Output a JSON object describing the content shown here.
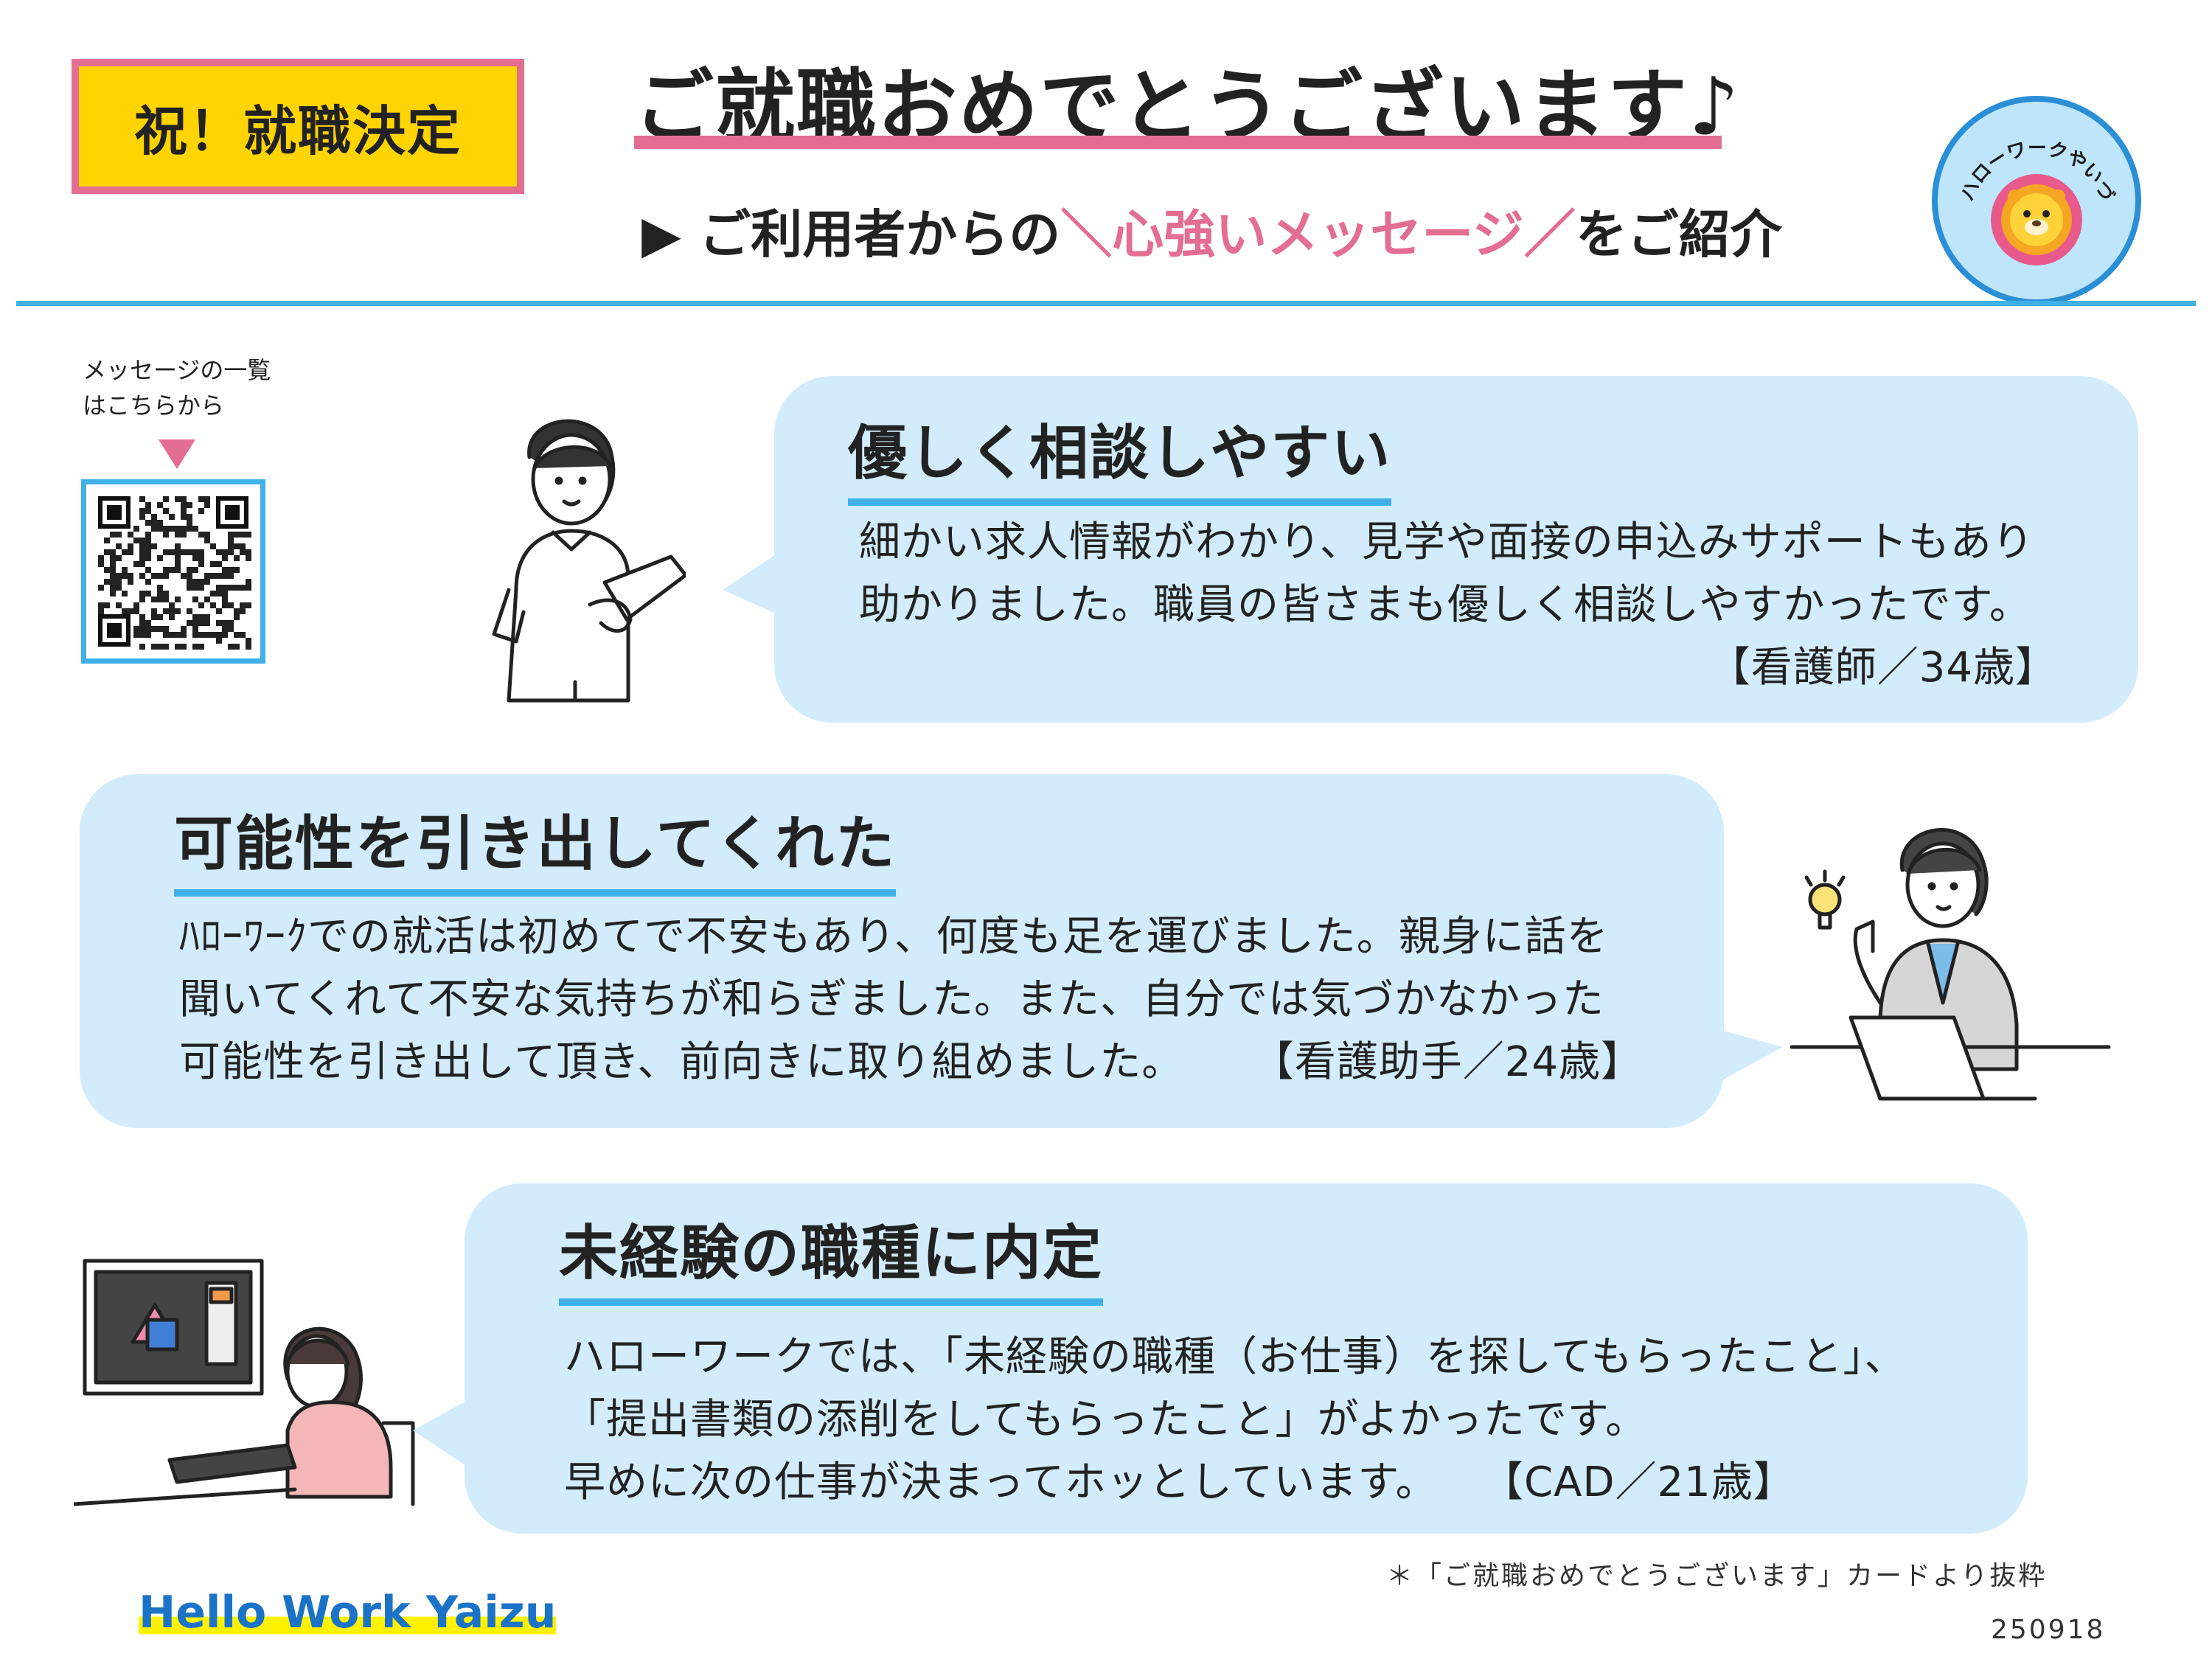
{
  "header": {
    "badge": "祝！就職決定",
    "title": "ご就職おめでとうございます♪",
    "subtitle_prefix": "▶ ご利用者からの",
    "subtitle_highlight": "＼心強いメッセージ／",
    "subtitle_suffix": "をご紹介",
    "logo_text": "ハローワークやいづ"
  },
  "qr": {
    "caption": "メッセージの一覧\nはこちらから"
  },
  "messages": [
    {
      "title": "優しく相談しやすい",
      "lines": [
        "細かい求人情報がわかり、見学や面接の申込みサポートもあり",
        "助かりました。職員の皆さまも優しく相談しやすかったです。"
      ],
      "author": "【看護師／34歳】"
    },
    {
      "title": "可能性を引き出してくれた",
      "lines": [
        "ﾊﾛｰﾜｰｸでの就活は初めてで不安もあり、何度も足を運びました。親身に話を",
        "聞いてくれて不安な気持ちが和らぎました。また、自分では気づかなかった",
        "可能性を引き出して頂き、前向きに取り組めました。"
      ],
      "author": "【看護助手／24歳】"
    },
    {
      "title": "未経験の職種に内定",
      "lines": [
        "ハローワークでは、「未経験の職種（お仕事）を探してもらったこと」、",
        "「提出書類の添削をしてもらったこと」がよかったです。",
        "早めに次の仕事が決まってホッとしています。"
      ],
      "author": "【CAD／21歳】"
    }
  ],
  "footer": {
    "note": "＊「ご就職おめでとうございます」カードより抜粋",
    "brand": "Hello Work Yaizu",
    "code": "250918"
  },
  "colors": {
    "accent_pink": "#e36e91",
    "accent_blue": "#3fb0e8",
    "bubble": "#d2ecfb",
    "badge_yellow": "#ffd400"
  }
}
